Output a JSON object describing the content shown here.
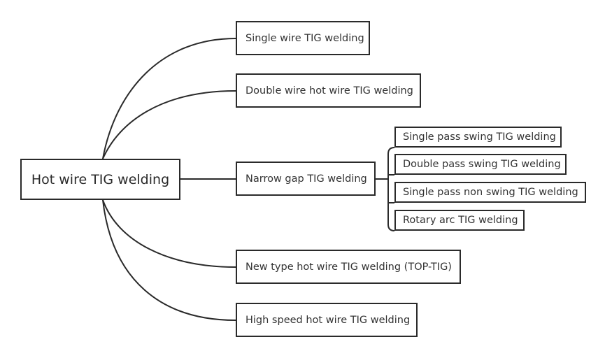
{
  "mindmap": {
    "root": "Hot wire TIG welding",
    "branches": [
      {
        "label": "Single wire TIG welding"
      },
      {
        "label": "Double wire hot wire TIG welding"
      },
      {
        "label": "Narrow gap TIG welding",
        "children": [
          "Single pass swing TIG welding",
          "Double pass swing TIG welding",
          "Single pass non swing TIG welding",
          "Rotary arc TIG welding"
        ]
      },
      {
        "label": "New type hot wire TIG welding (TOP-TIG)"
      },
      {
        "label": "High speed hot wire TIG welding"
      }
    ]
  },
  "colors": {
    "line": "#2a2a2a",
    "text": "#333333",
    "background": "#ffffff"
  }
}
